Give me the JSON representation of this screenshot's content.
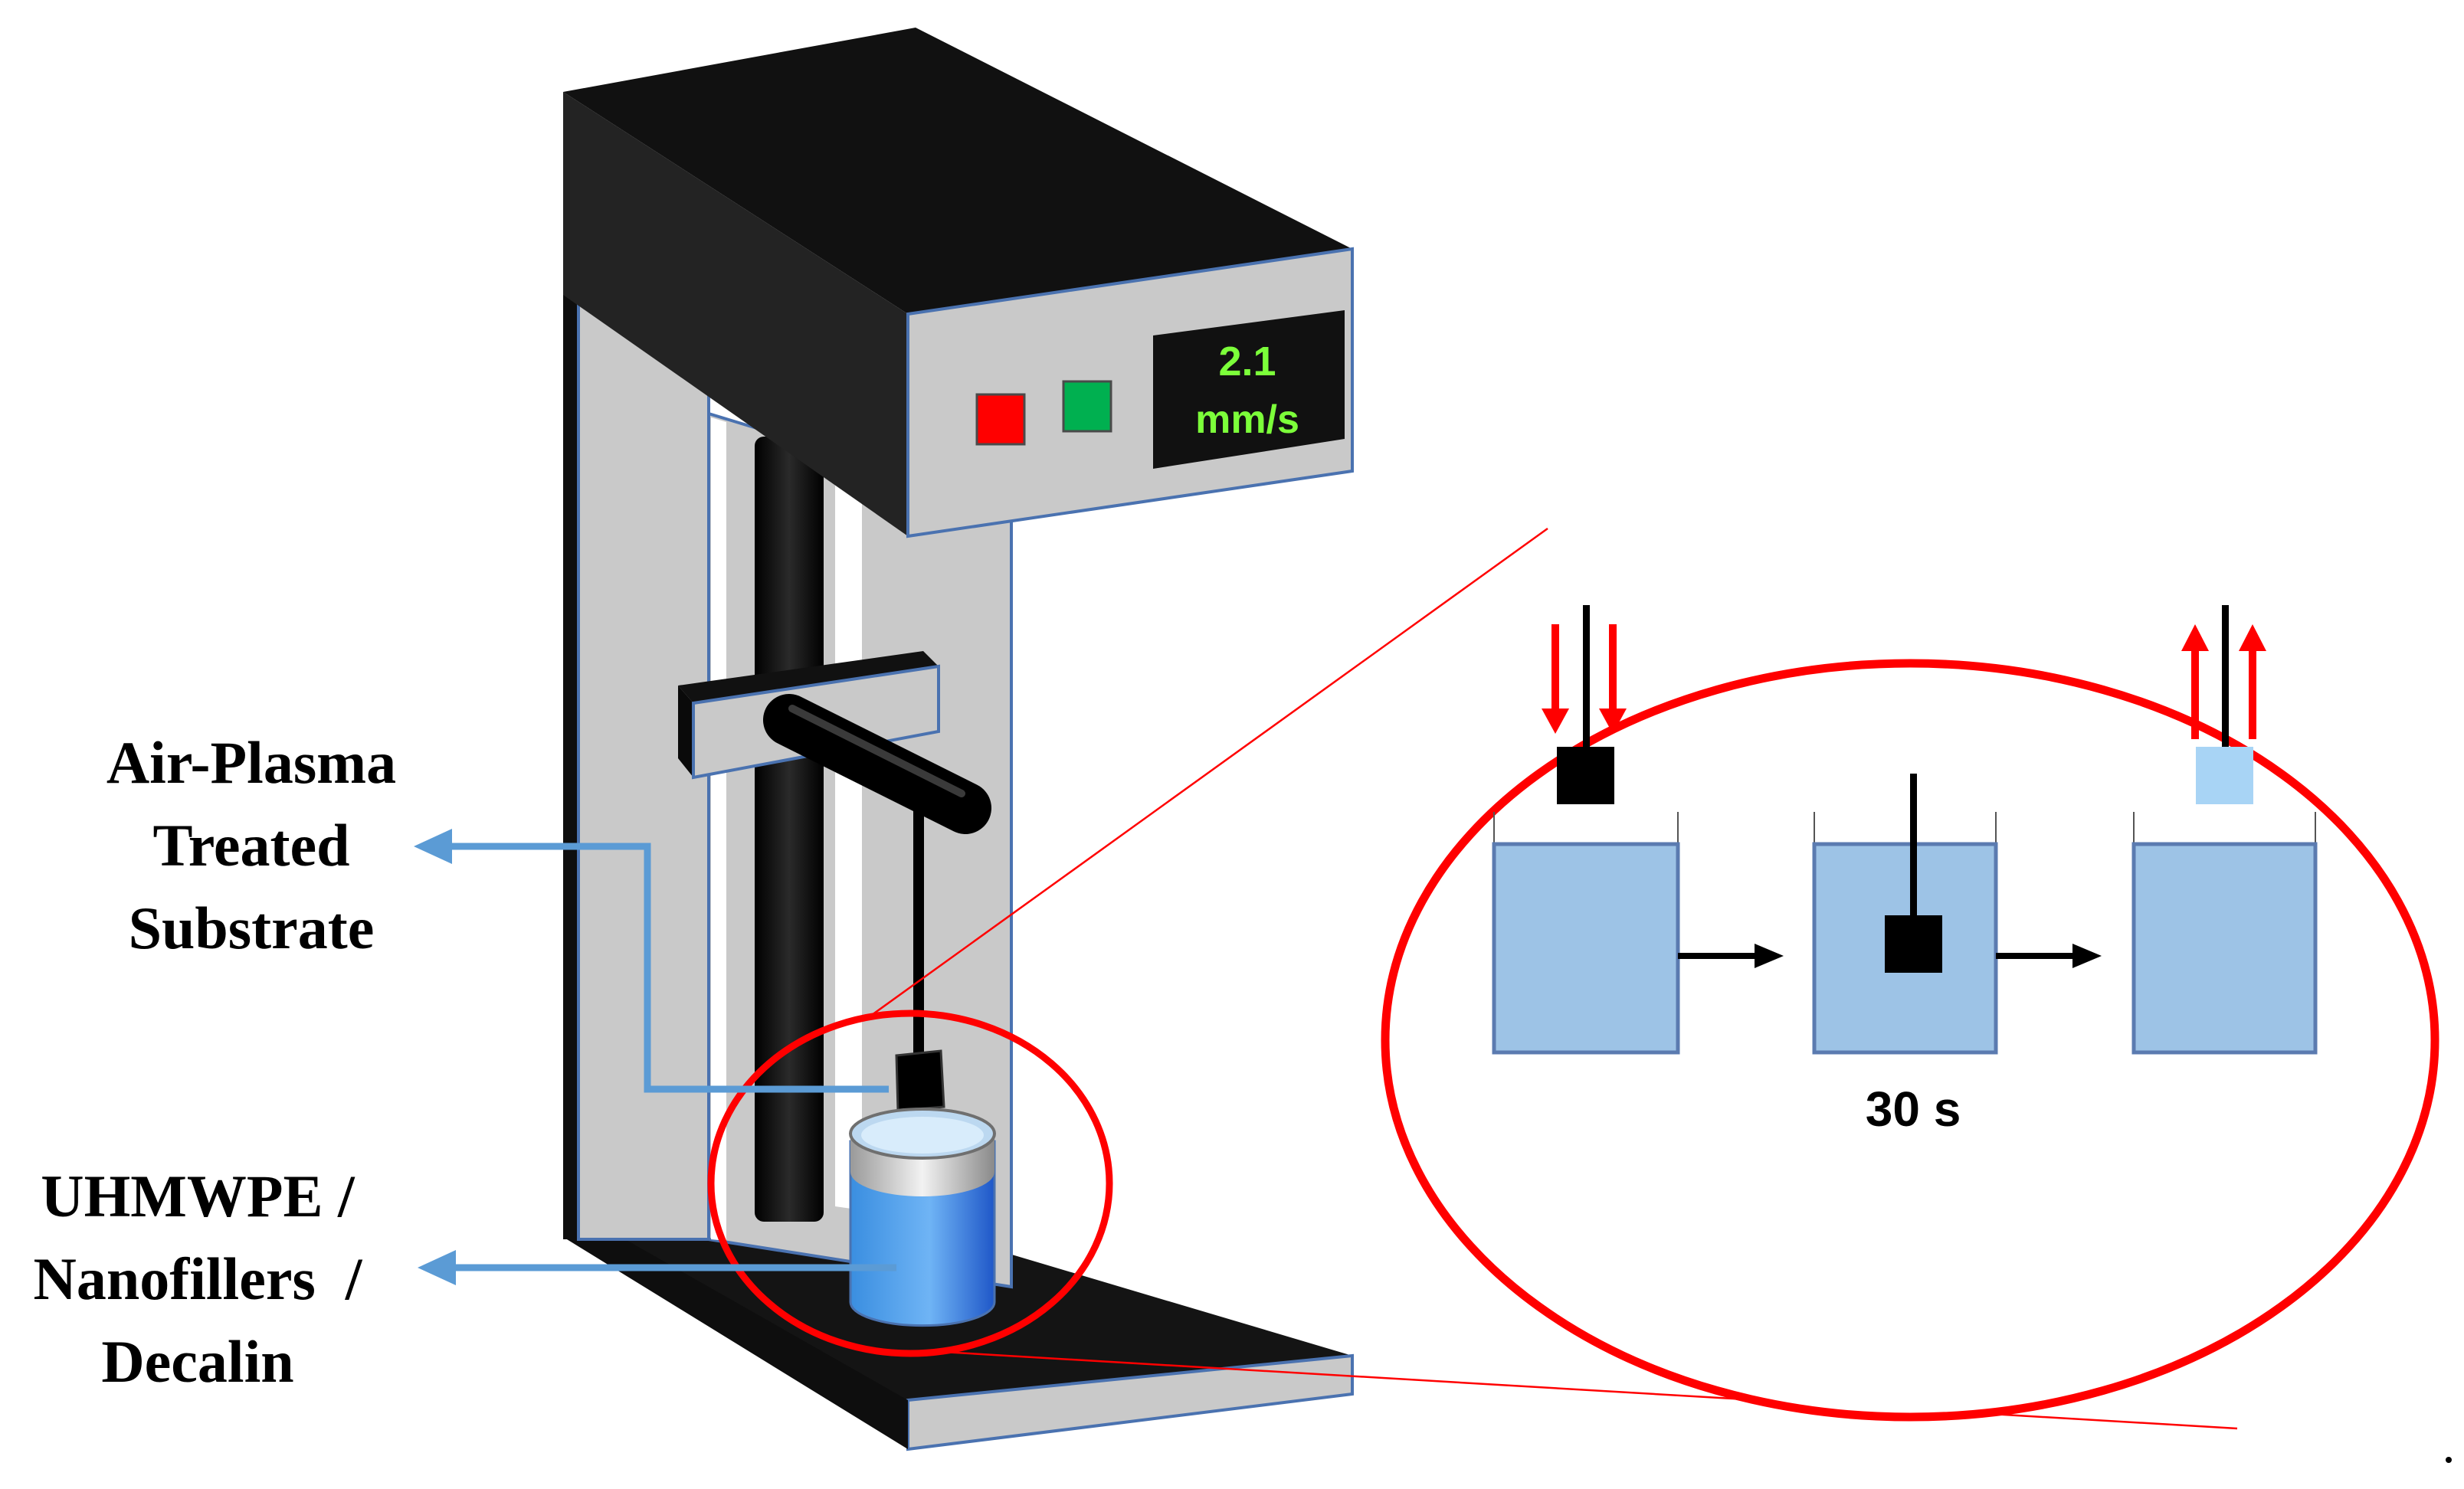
{
  "display": {
    "line1": "2.1",
    "line2": "mm/s"
  },
  "labels": {
    "substrate": [
      "Air-Plasma",
      "Treated",
      "Substrate"
    ],
    "solution": [
      "UHMWPE /",
      "Nanofillers  /",
      "Decalin"
    ],
    "dwell_time": "30 s"
  },
  "colors": {
    "machine_body": "#1a1a1a",
    "frame_gray": "#c9c9c9",
    "frame_edge": "#4a72b0",
    "button_red": "#ff0000",
    "button_green": "#00b050",
    "display_text": "#7cff3a",
    "pointer_line": "#5b9bd5",
    "liquid": "#9dc3e6",
    "liquid_edge": "#5b7bb0",
    "highlight_circle": "#ff0000",
    "dip_arrow": "#ff0000",
    "coated_substrate": "#a8d4f5"
  }
}
